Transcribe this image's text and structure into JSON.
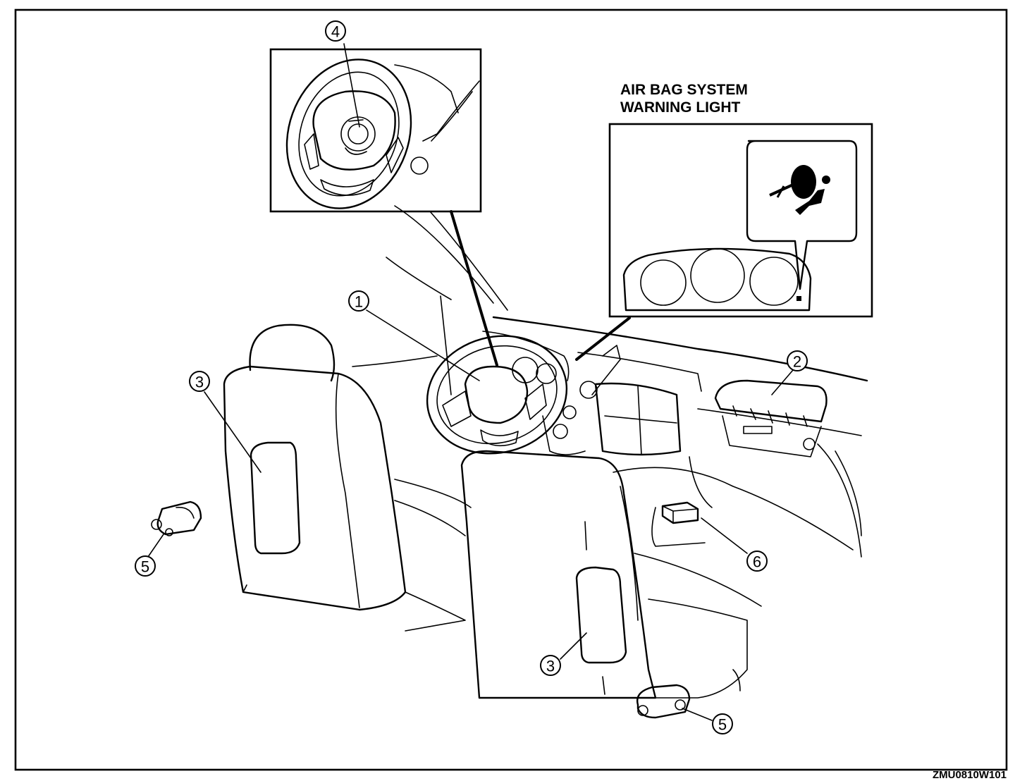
{
  "figure_code": "ZMU0810W101",
  "warning_light_label": {
    "line1": "AIR BAG SYSTEM",
    "line2": "WARNING LIGHT"
  },
  "callouts": {
    "c1": "1",
    "c2": "2",
    "c3a": "3",
    "c3b": "3",
    "c4": "4",
    "c5a": "5",
    "c5b": "5",
    "c6": "6"
  }
}
